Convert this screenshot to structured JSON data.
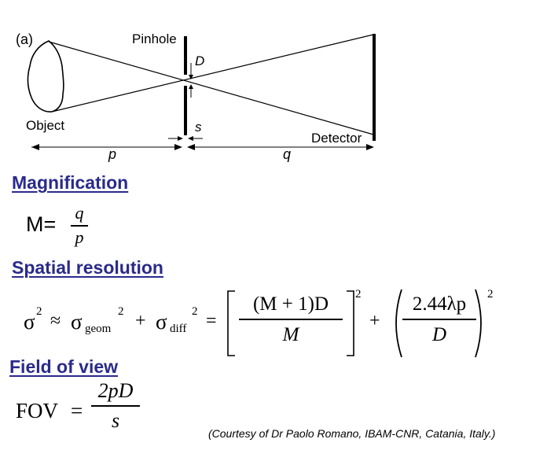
{
  "diagram": {
    "panel_label": "(a)",
    "pinhole_label": "Pinhole",
    "d_label": "D",
    "s_label": "s",
    "object_label": "Object",
    "detector_label": "Detector",
    "p_label": "p",
    "q_label": "q"
  },
  "magnification": {
    "heading": "Magnification",
    "lhs": "M=",
    "numerator": "q",
    "denominator": "p"
  },
  "resolution": {
    "heading": "Spatial resolution",
    "sigma": "σ",
    "sq": "2",
    "approx": "≈",
    "sub_geom": "geom",
    "plus": "+",
    "sub_diff": "diff",
    "equals": "=",
    "term1_numerator": "(M + 1)D",
    "term1_denominator": "M",
    "term2_numerator": "2.44λp",
    "term2_denominator": "D"
  },
  "fov": {
    "heading": "Field of view",
    "lhs": "FOV",
    "equals": "=",
    "numerator": "2pD",
    "denominator": "s"
  },
  "credit": "(Courtesy of Dr Paolo Romano, IBAM-CNR, Catania, Italy.)"
}
